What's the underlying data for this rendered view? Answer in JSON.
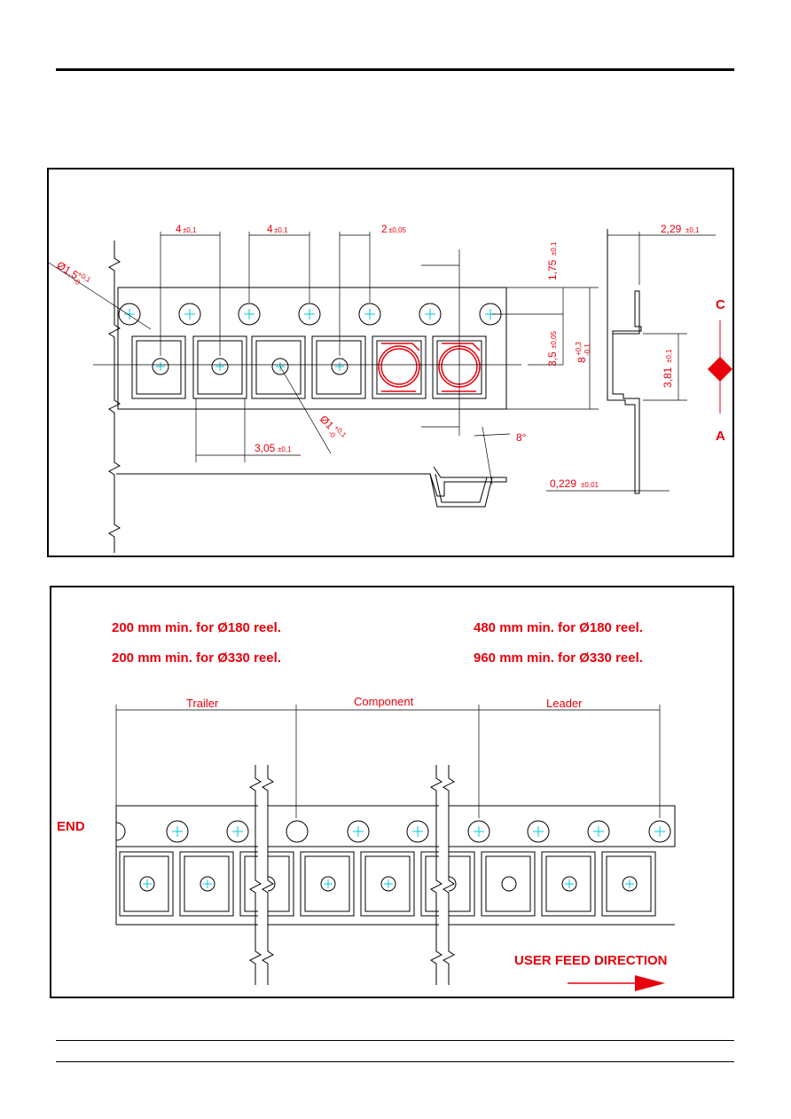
{
  "colors": {
    "dimension": "#e8000b",
    "centerline": "#00c8d8",
    "outline": "#000000"
  },
  "top_drawing": {
    "pitch_label": "4",
    "pitch_tol": "±0,1",
    "pitch2_label": "4",
    "pitch2_tol": "±0,1",
    "p2_label": "2",
    "p2_tol": "±0,05",
    "hole_dia": "Ø1,5",
    "hole_dia_tol_plus": "+0,1",
    "hole_dia_tol_minus": "-0",
    "edge_label": "1,75",
    "edge_tol": "±0,1",
    "f_label": "3,5",
    "f_tol": "±0,05",
    "width_label": "8",
    "width_tol_plus": "+0,3",
    "width_tol_minus": "-0,1",
    "pocket_dia": "Ø1",
    "pocket_dia_tol_plus": "+0,1",
    "pocket_dia_tol_minus": "-0",
    "pocket_w_label": "3,05",
    "pocket_w_tol": "±0,1",
    "angle_label": "8°",
    "depth_label": "2,29",
    "depth_tol": "±0,1",
    "pocket_h_label": "3,81",
    "pocket_h_tol": "±0,1",
    "thickness_label": "0,229",
    "thickness_tol": "±0,01",
    "marker_c": "C",
    "marker_a": "A"
  },
  "bottom_drawing": {
    "note_left_1": "200 mm min. for Ø180 reel.",
    "note_left_2": "200 mm min. for Ø330 reel.",
    "note_right_1": "480 mm min. for Ø180 reel.",
    "note_right_2": "960 mm min. for Ø330 reel.",
    "trailer_label": "Trailer",
    "component_label": "Component",
    "leader_label": "Leader",
    "end_label": "END",
    "feed_label": "USER FEED DIRECTION"
  }
}
